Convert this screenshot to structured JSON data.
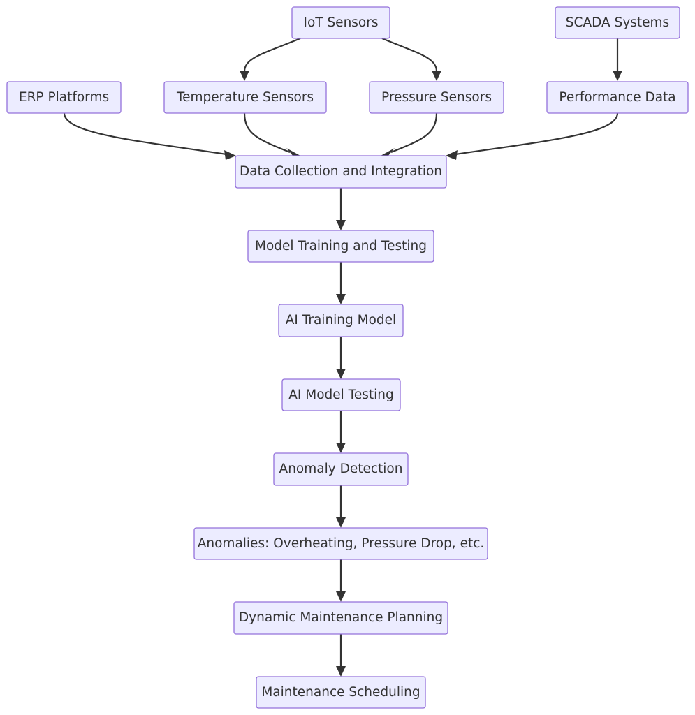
{
  "diagram": {
    "type": "flowchart",
    "direction": "top-down",
    "colors": {
      "node_fill": "#ececff",
      "node_border": "#9370db",
      "edge": "#333333",
      "text": "#333333"
    },
    "nodes": {
      "iot_sensors": {
        "label": "IoT Sensors"
      },
      "scada_systems": {
        "label": "SCADA Systems"
      },
      "erp_platforms": {
        "label": "ERP Platforms"
      },
      "temperature_sensors": {
        "label": "Temperature Sensors"
      },
      "pressure_sensors": {
        "label": "Pressure Sensors"
      },
      "performance_data": {
        "label": "Performance Data"
      },
      "data_collection": {
        "label": "Data Collection and Integration"
      },
      "model_training_testing": {
        "label": "Model Training and Testing"
      },
      "ai_training_model": {
        "label": "AI Training Model"
      },
      "ai_model_testing": {
        "label": "AI Model Testing"
      },
      "anomaly_detection": {
        "label": "Anomaly Detection"
      },
      "anomalies": {
        "label": "Anomalies: Overheating, Pressure Drop, etc."
      },
      "dynamic_maintenance": {
        "label": "Dynamic Maintenance Planning"
      },
      "maintenance_scheduling": {
        "label": "Maintenance Scheduling"
      }
    },
    "edges": [
      {
        "from": "iot_sensors",
        "to": "temperature_sensors"
      },
      {
        "from": "iot_sensors",
        "to": "pressure_sensors"
      },
      {
        "from": "scada_systems",
        "to": "performance_data"
      },
      {
        "from": "erp_platforms",
        "to": "data_collection"
      },
      {
        "from": "temperature_sensors",
        "to": "data_collection"
      },
      {
        "from": "pressure_sensors",
        "to": "data_collection"
      },
      {
        "from": "performance_data",
        "to": "data_collection"
      },
      {
        "from": "data_collection",
        "to": "model_training_testing"
      },
      {
        "from": "model_training_testing",
        "to": "ai_training_model"
      },
      {
        "from": "ai_training_model",
        "to": "ai_model_testing"
      },
      {
        "from": "ai_model_testing",
        "to": "anomaly_detection"
      },
      {
        "from": "anomaly_detection",
        "to": "anomalies"
      },
      {
        "from": "anomalies",
        "to": "dynamic_maintenance"
      },
      {
        "from": "dynamic_maintenance",
        "to": "maintenance_scheduling"
      }
    ]
  }
}
